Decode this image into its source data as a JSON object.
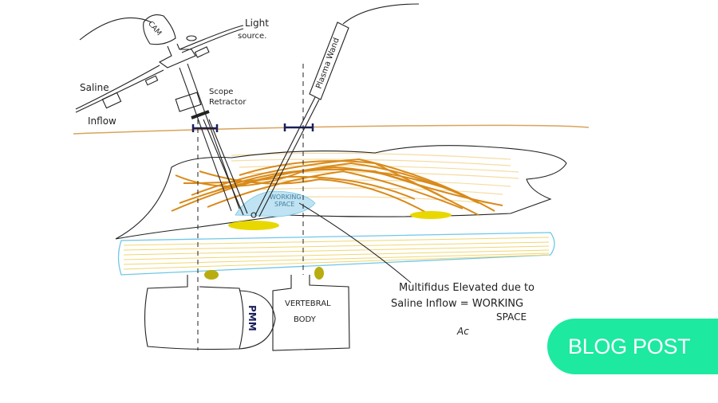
{
  "diagram": {
    "labels": {
      "cam": "CAM",
      "light_source_1": "Light",
      "light_source_2": "source.",
      "saline": "Saline",
      "inflow": "Inflow",
      "scope_retractor_1": "Scope",
      "scope_retractor_2": "Retractor",
      "plasma_wand": "Plasma Wand",
      "working_space_1": "WORKING",
      "working_space_2": "SPACE",
      "pmm": "PMM",
      "vertebral_1": "VERTEBRAL",
      "vertebral_2": "BODY",
      "note_1": "Multifidus Elevated due to",
      "note_2": "Saline Inflow = WORKING",
      "note_3": "SPACE",
      "signature": "Ac"
    },
    "colors": {
      "skin_line": "#d9a35a",
      "muscle": "#d98a1a",
      "muscle_light": "#f5dca0",
      "nerve": "#f0d670",
      "dura_outline": "#6fc7e8",
      "working_space": "#bfe3f2",
      "fat": "#e8d800",
      "ink": "#222222",
      "marker": "#1a1f5a"
    }
  },
  "badge": {
    "label": "BLOG POST",
    "color": "#1de9a0"
  }
}
